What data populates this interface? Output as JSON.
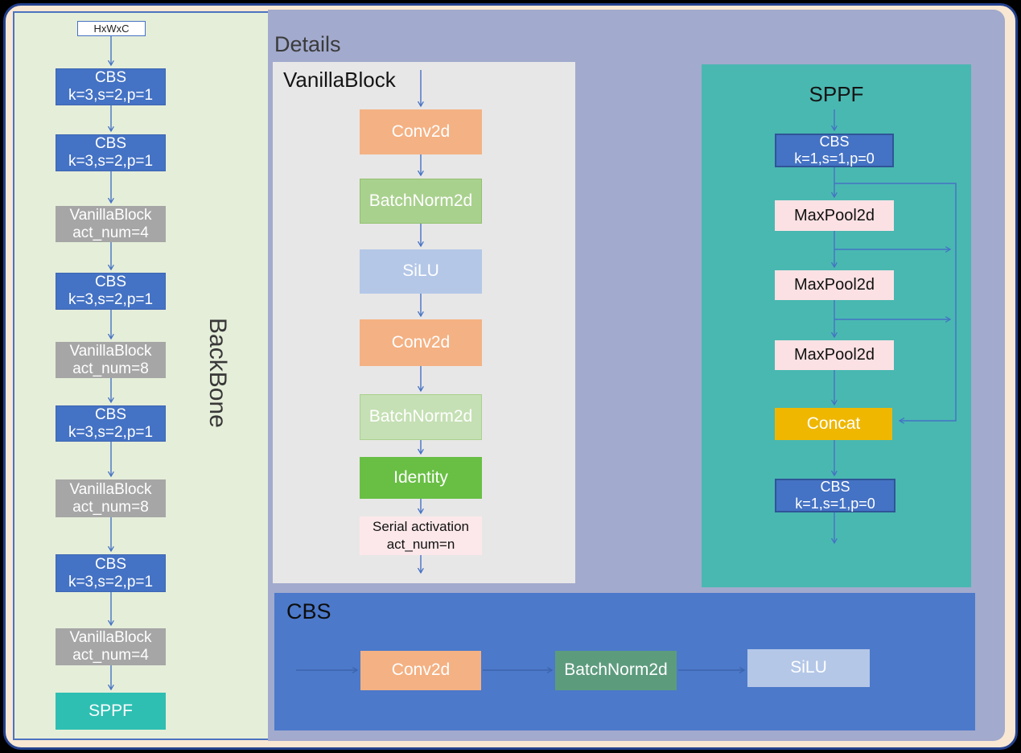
{
  "palette": {
    "canvas_border": "#24418e",
    "canvas_bg": "#f8e7d3",
    "backbone_bg": "#e5eed9",
    "details_bg": "#a2aacd",
    "vanilla_panel_bg": "#e8e7e7",
    "sppf_panel_bg": "#49b8b1",
    "cbs_panel_bg": "#4c79ca",
    "block_blue": "#4472c4",
    "block_gray": "#a6a6a6",
    "block_teal": "#2fbfb2",
    "block_orange": "#f4b183",
    "block_green_light": "#a9d18e",
    "block_green_lighter": "#c5e0b4",
    "block_green_dark": "#68bf44",
    "block_pink": "#fbe1e4",
    "block_gold": "#efb700",
    "block_seagreen": "#5d9b7d",
    "block_lightblue": "#b4c7e7",
    "arrow_color": "#4472c4"
  },
  "backbone": {
    "title": "BackBone",
    "input_label": "HxWxC",
    "blocks": [
      {
        "line1": "CBS",
        "line2": "k=3,s=2,p=1"
      },
      {
        "line1": "CBS",
        "line2": "k=3,s=2,p=1"
      },
      {
        "line1": "VanillaBlock",
        "line2": "act_num=4"
      },
      {
        "line1": "CBS",
        "line2": "k=3,s=2,p=1"
      },
      {
        "line1": "VanillaBlock",
        "line2": "act_num=8"
      },
      {
        "line1": "CBS",
        "line2": "k=3,s=2,p=1"
      },
      {
        "line1": "VanillaBlock",
        "line2": "act_num=8"
      },
      {
        "line1": "CBS",
        "line2": "k=3,s=2,p=1"
      },
      {
        "line1": "VanillaBlock",
        "line2": "act_num=4"
      },
      {
        "line1": "SPPF"
      }
    ]
  },
  "details": {
    "title": "Details",
    "vanillablock": {
      "title": "VanillaBlock",
      "blocks": [
        {
          "label": "Conv2d"
        },
        {
          "label": "BatchNorm2d"
        },
        {
          "label": "SiLU"
        },
        {
          "label": "Conv2d"
        },
        {
          "label": "BatchNorm2d"
        },
        {
          "label": "Identity"
        },
        {
          "line1": "Serial activation",
          "line2": "act_num=n"
        }
      ]
    },
    "sppf": {
      "title": "SPPF",
      "cbs_top": {
        "line1": "CBS",
        "line2": "k=1,s=1,p=0"
      },
      "maxpool1": "MaxPool2d",
      "maxpool2": "MaxPool2d",
      "maxpool3": "MaxPool2d",
      "concat": "Concat",
      "cbs_bottom": {
        "line1": "CBS",
        "line2": "k=1,s=1,p=0"
      }
    },
    "cbs": {
      "title": "CBS",
      "blocks": [
        {
          "label": "Conv2d"
        },
        {
          "label": "BatchNorm2d"
        },
        {
          "label": "SiLU"
        }
      ]
    }
  }
}
